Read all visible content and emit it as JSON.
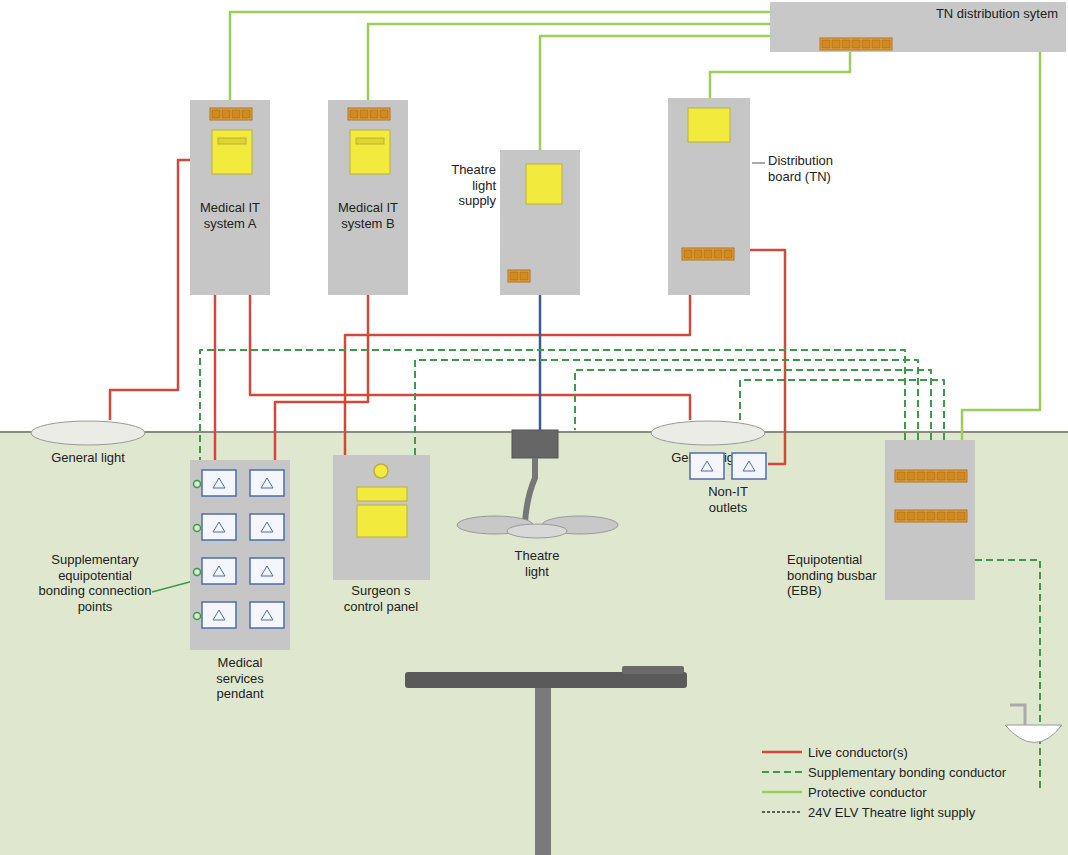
{
  "diagram": {
    "nodes": [
      {
        "text": [
          "TN distribution sytem"
        ]
      },
      {
        "text": [
          "Medical IT system A"
        ]
      },
      {
        "text": [
          "Medical IT system B"
        ]
      },
      {
        "text": [
          "Theatre light supply"
        ]
      },
      {
        "text": [
          "Distribution board (TN)"
        ]
      },
      {
        "text": [
          "General light"
        ]
      },
      {
        "text": [
          "Surgeon s control panel"
        ]
      },
      {
        "text": [
          "Theatre light"
        ]
      },
      {
        "text": [
          "General light"
        ]
      },
      {
        "text": [
          "Non-IT outlets"
        ]
      },
      {
        "text": [
          "Equipotential bonding busbar (EBB)"
        ]
      },
      {
        "text": [
          "Medical services pendant"
        ]
      }
    ],
    "edges": [
      {
        "from": 0,
        "to": 1,
        "arrow": "none"
      },
      {
        "from": 0,
        "to": 2,
        "arrow": "none"
      },
      {
        "from": 0,
        "to": 3,
        "arrow": "none"
      },
      {
        "from": 0,
        "to": 4,
        "arrow": "none"
      },
      {
        "from": 0,
        "to": 10,
        "arrow": "none"
      },
      {
        "from": 1,
        "to": 11,
        "arrow": "none"
      },
      {
        "from": 1,
        "to": 5,
        "arrow": "none"
      },
      {
        "from": 2,
        "to": 11,
        "arrow": "none"
      },
      {
        "from": 1,
        "to": 8,
        "arrow": "none"
      },
      {
        "from": 4,
        "to": 9,
        "arrow": "none"
      },
      {
        "from": 4,
        "to": 6,
        "arrow": "none"
      },
      {
        "from": 3,
        "to": 7,
        "arrow": "none"
      },
      {
        "from": 10,
        "to": 11,
        "arrow": "none"
      },
      {
        "from": 10,
        "to": 6,
        "arrow": "none"
      },
      {
        "from": 10,
        "to": 7,
        "arrow": "none"
      },
      {
        "from": 10,
        "to": 8,
        "arrow": "none"
      }
    ],
    "labels": [
      "Supplementary equipotential bonding connection points"
    ],
    "legend": [
      {
        "text": "Live conductor(s)"
      },
      {
        "text": "Supplementary bonding conductor"
      },
      {
        "text": "Protective conductor"
      },
      {
        "text": "24V ELV Theatre light supply"
      }
    ]
  }
}
